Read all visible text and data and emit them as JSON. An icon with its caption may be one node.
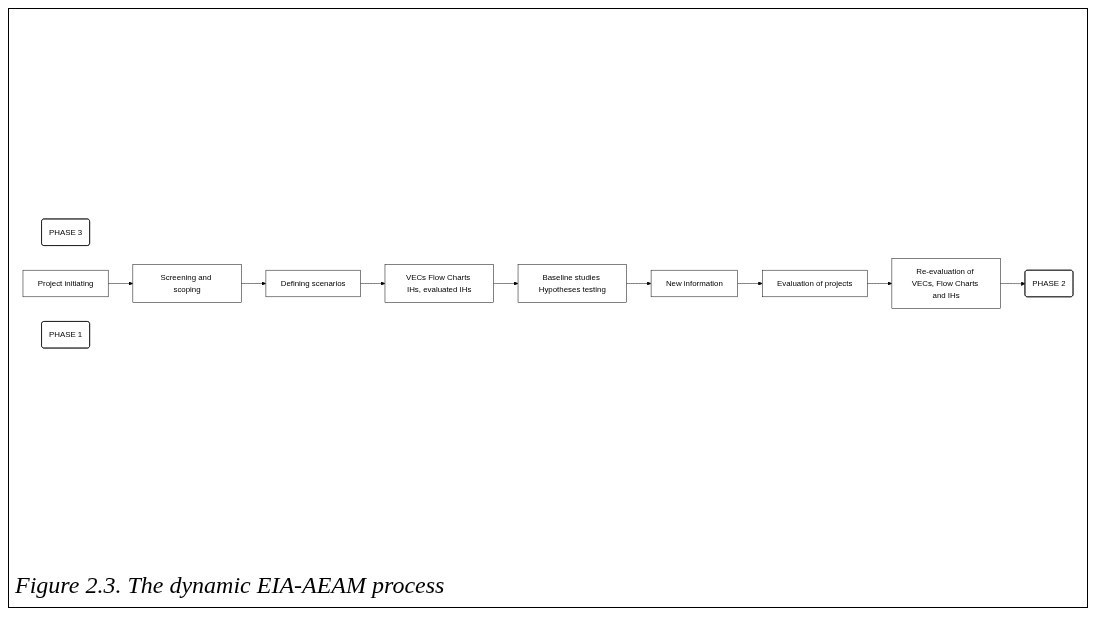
{
  "diagram": {
    "caption": "Figure 2.3. The dynamic EIA-AEAM process",
    "nodes": [
      {
        "text": [
          "PHASE 2"
        ]
      },
      {
        "text": [
          "PHASE 3"
        ]
      },
      {
        "text": [
          "Re-evaluation of VECs, Flow Charts and IHs"
        ]
      },
      {
        "text": [
          "Project initiating"
        ]
      },
      {
        "text": [
          "Screening and scoping"
        ]
      },
      {
        "text": [
          "Evaluation of projects"
        ]
      },
      {
        "text": [
          "PHASE 1"
        ]
      },
      {
        "text": [
          "Defining scenarios"
        ]
      },
      {
        "text": [
          "VECs Flow Charts IHs, evaluated IHs"
        ]
      },
      {
        "text": [
          "New information"
        ]
      },
      {
        "text": [
          "Baseline studies Hypotheses testing"
        ]
      }
    ],
    "edges": [
      {
        "from": 3,
        "to": 4,
        "arrow": "to"
      },
      {
        "from": 4,
        "to": 7,
        "arrow": "to"
      },
      {
        "from": 7,
        "to": 8,
        "arrow": "to"
      },
      {
        "from": 8,
        "to": 10,
        "arrow": "to"
      },
      {
        "from": 10,
        "to": 9,
        "arrow": "to"
      },
      {
        "from": 9,
        "to": 5,
        "arrow": "to"
      },
      {
        "from": 5,
        "to": 2,
        "arrow": "to"
      },
      {
        "from": 2,
        "to": 0,
        "arrow": "to"
      }
    ]
  }
}
